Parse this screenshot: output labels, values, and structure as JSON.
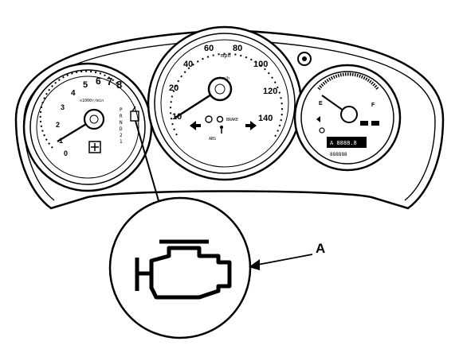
{
  "diagram": {
    "callout_label": "A",
    "speedometer": {
      "unit": "mph",
      "marks": [
        "10",
        "20",
        "40",
        "60",
        "80",
        "100",
        "120",
        "140"
      ],
      "inner_unit": "km/h",
      "indicator_text": "BRAKE"
    },
    "tachometer": {
      "unit": "x1000r/min",
      "marks": [
        "0",
        "1",
        "2",
        "3",
        "4",
        "5",
        "6",
        "7",
        "8"
      ],
      "gears": [
        "P",
        "R",
        "N",
        "D",
        "2",
        "1"
      ]
    },
    "fuel_gauge": {
      "marks": [
        "E",
        "F"
      ],
      "odometer": "A 8888.8",
      "trip": "888888"
    },
    "icons": [
      "engine-icon",
      "check-engine-indicator-icon",
      "seatbelt-icon",
      "oil-icon",
      "battery-icon",
      "turn-signal-icon"
    ]
  }
}
